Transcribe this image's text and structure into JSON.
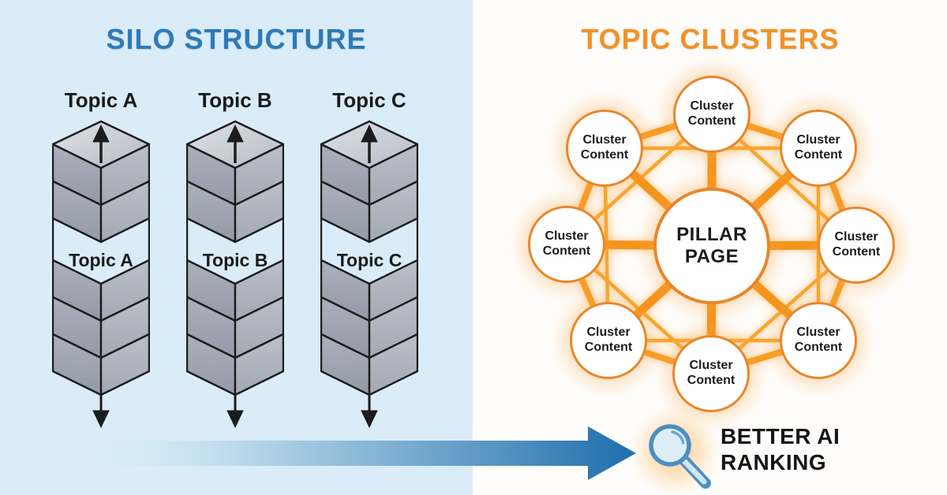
{
  "left_panel": {
    "title": "SILO STRUCTURE",
    "silos": [
      {
        "heading": "Topic A",
        "mid_label": "Topic A"
      },
      {
        "heading": "Topic B",
        "mid_label": "Topic B"
      },
      {
        "heading": "Topic C",
        "mid_label": "Topic C"
      }
    ]
  },
  "right_panel": {
    "title": "TOPIC CLUSTERS",
    "pillar_label": "PILLAR\nPAGE",
    "clusters": [
      {
        "position": "top",
        "label": "Cluster\nContent"
      },
      {
        "position": "top-left",
        "label": "Cluster\nContent"
      },
      {
        "position": "top-right",
        "label": "Cluster\nContent"
      },
      {
        "position": "left",
        "label": "Cluster\nContent"
      },
      {
        "position": "right",
        "label": "Cluster\nContent"
      },
      {
        "position": "bottom-left",
        "label": "Cluster\nContent"
      },
      {
        "position": "bottom-right",
        "label": "Cluster\nContent"
      },
      {
        "position": "bottom",
        "label": "Cluster\nContent"
      }
    ]
  },
  "footer": {
    "ranking_label": "BETTER AI\nRANKING",
    "icon": "magnifying-glass"
  },
  "colors": {
    "silo_title_blue": "#2e7ab9",
    "cluster_title_orange": "#f39129",
    "left_background": "#d9ecf8",
    "right_background": "#fefdfb",
    "connector_orange": "#f5941d",
    "circle_ring_orange": "#e8872b",
    "arrow_blue_dark": "#1d6dac",
    "cube_left_face": "#9aa2ae",
    "cube_right_face": "#a9b0ba",
    "cube_top_face": "#ccd0d7",
    "outline_black": "#1c1c1c"
  }
}
